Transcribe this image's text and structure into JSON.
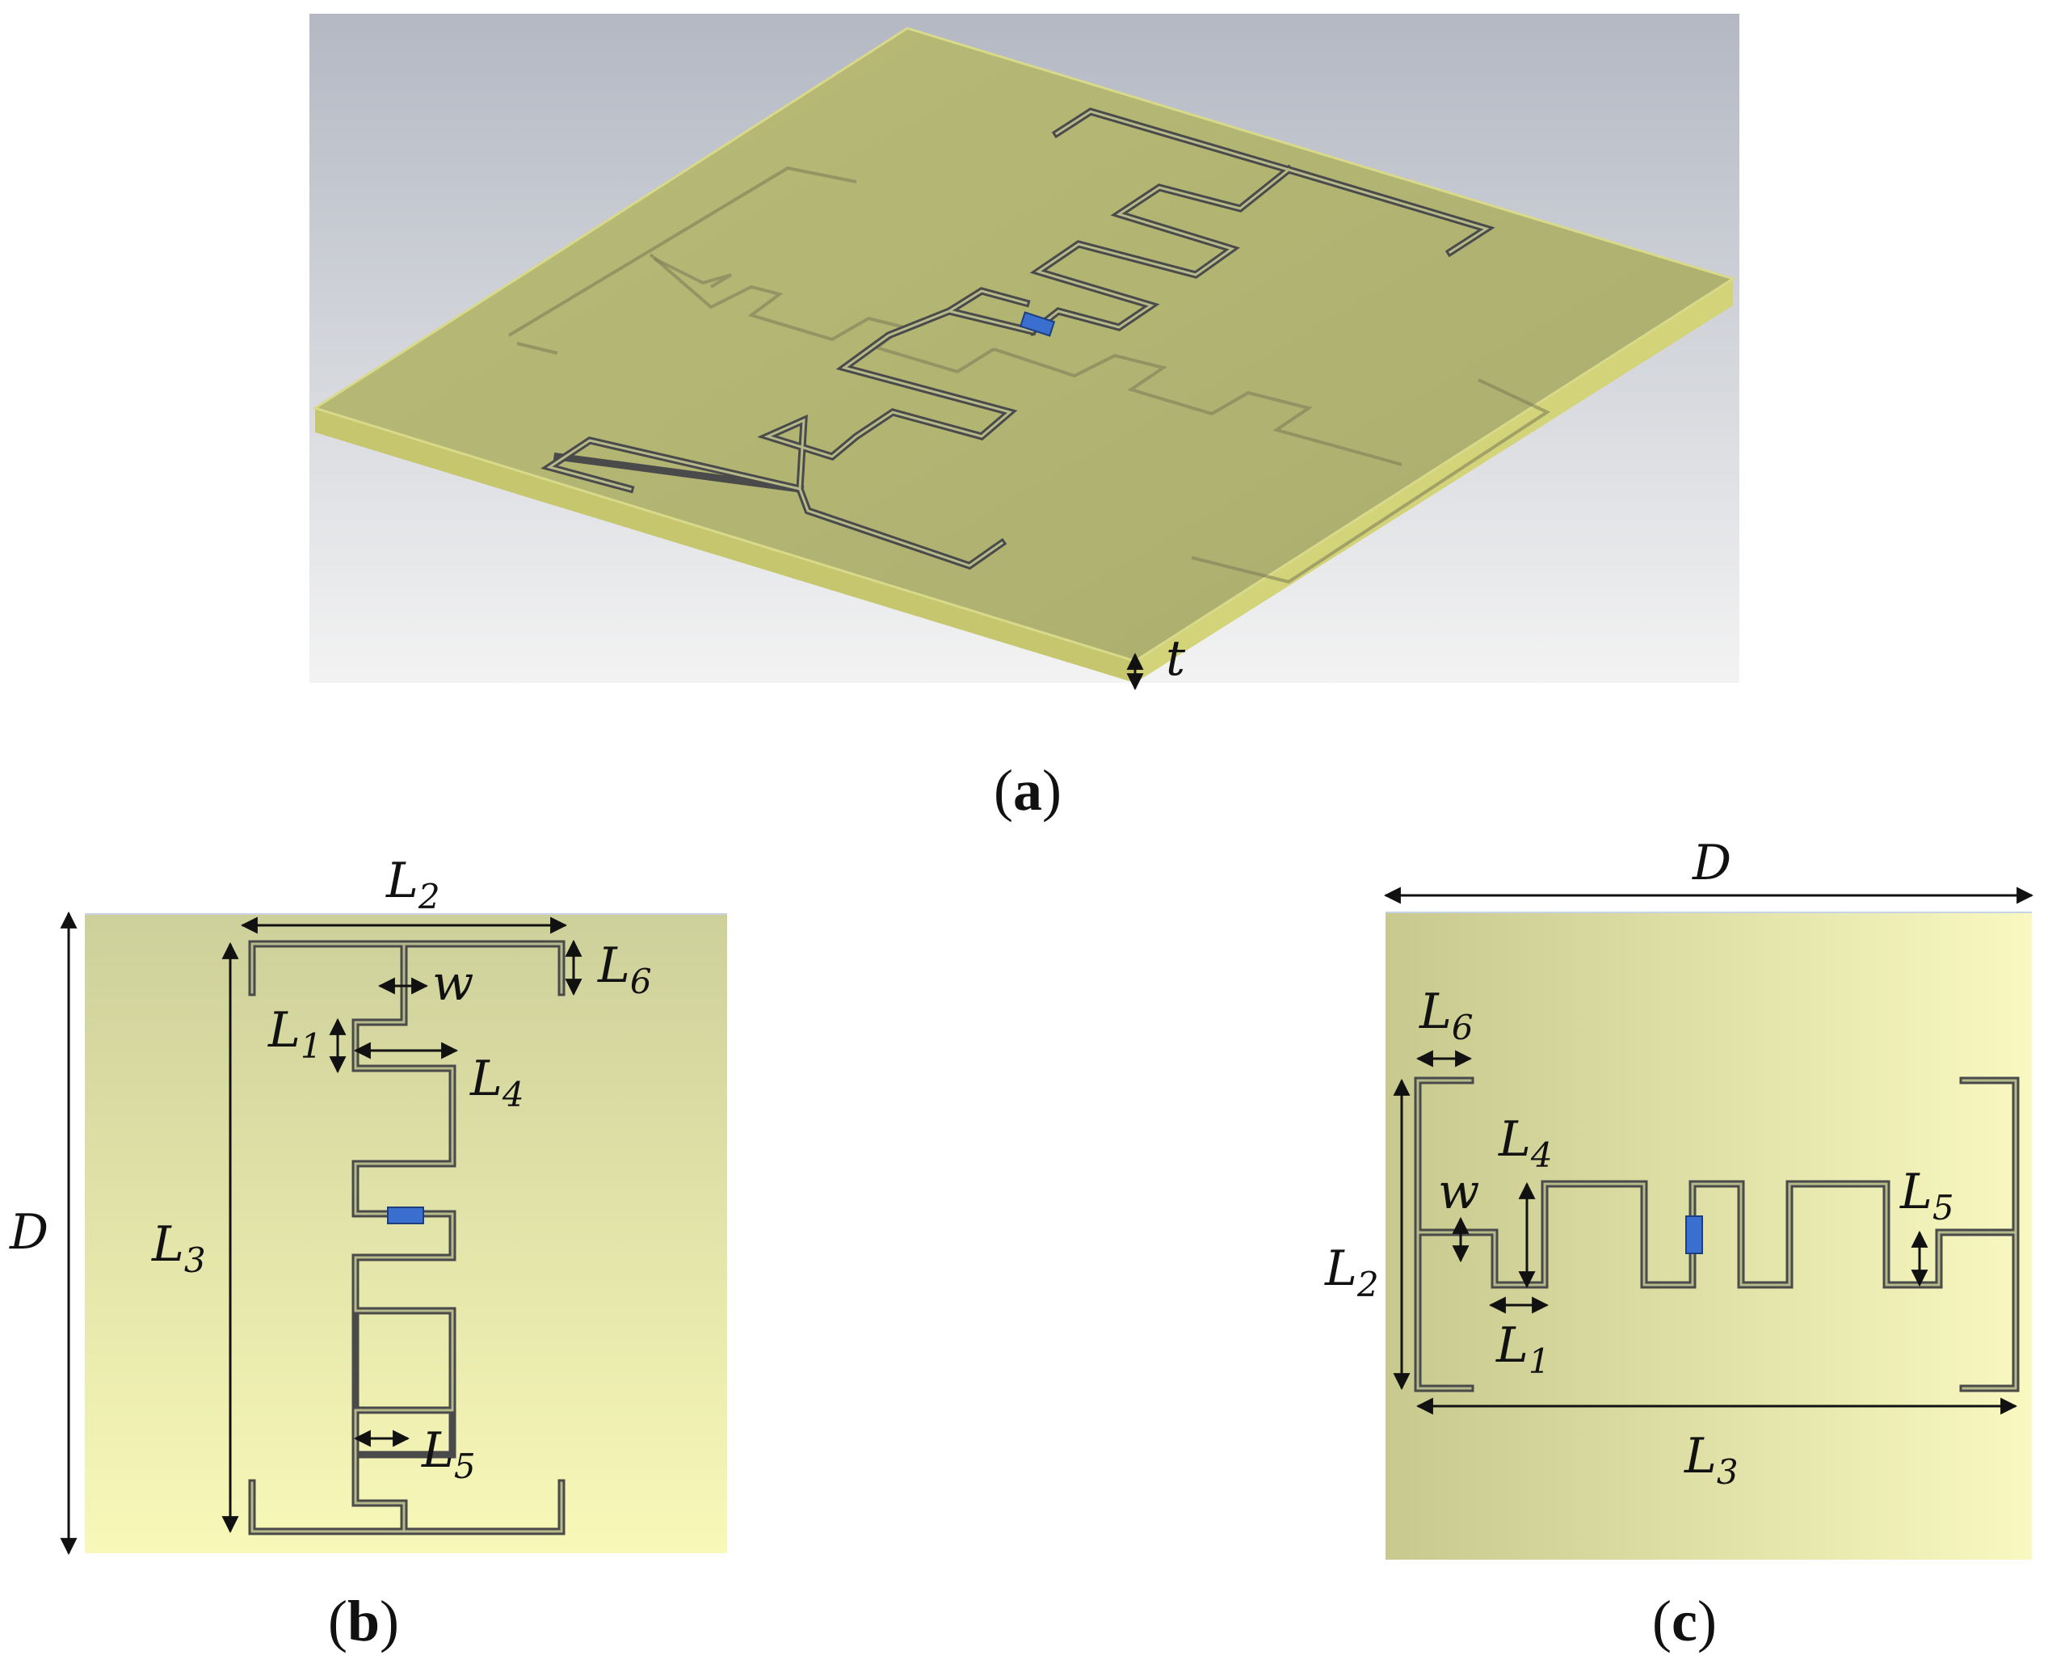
{
  "panels": {
    "a": {
      "caption_open": "(",
      "caption_letter": "a",
      "caption_close": ")",
      "thickness_label": "t"
    },
    "b": {
      "caption_open": "(",
      "caption_letter": "b",
      "caption_close": ")",
      "labels": {
        "L2": {
          "base": "L",
          "sub": "2"
        },
        "L6": {
          "base": "L",
          "sub": "6"
        },
        "w": {
          "base": "w",
          "sub": ""
        },
        "L1": {
          "base": "L",
          "sub": "1"
        },
        "L4": {
          "base": "L",
          "sub": "4"
        },
        "D": {
          "base": "D",
          "sub": ""
        },
        "L3": {
          "base": "L",
          "sub": "3"
        },
        "L5": {
          "base": "L",
          "sub": "5"
        }
      }
    },
    "c": {
      "caption_open": "(",
      "caption_letter": "c",
      "caption_close": ")",
      "labels": {
        "D": {
          "base": "D",
          "sub": ""
        },
        "L6": {
          "base": "L",
          "sub": "6"
        },
        "L4": {
          "base": "L",
          "sub": "4"
        },
        "w": {
          "base": "w",
          "sub": ""
        },
        "L5": {
          "base": "L",
          "sub": "5"
        },
        "L2": {
          "base": "L",
          "sub": "2"
        },
        "L1": {
          "base": "L",
          "sub": "1"
        },
        "L3": {
          "base": "L",
          "sub": "3"
        }
      }
    }
  },
  "colors": {
    "substrate": "#c9cc8a",
    "substrate_light": "#f8f8b4",
    "substrate_dark": "#c6c78c",
    "trace": "#4a4a4a",
    "port": "#3a6fd0",
    "background_top": "#b3b8c3",
    "background_bottom": "#f1f1f1"
  }
}
